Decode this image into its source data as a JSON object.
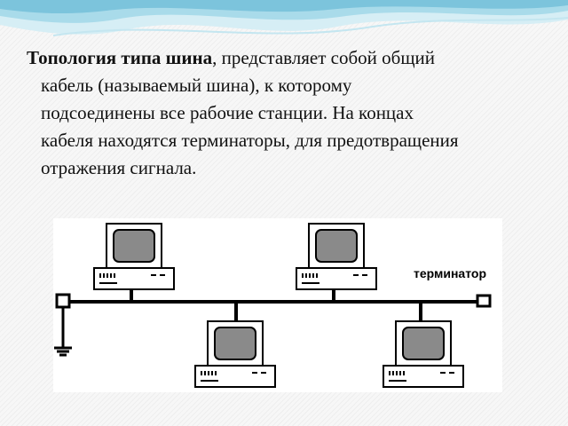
{
  "description": {
    "lines": [
      {
        "bold": "Топология типа шина",
        "rest": ", представляет собой общий"
      },
      {
        "text": "кабель (называемый шина), к которому"
      },
      {
        "text": "подсоединены все рабочие станции. На концах"
      },
      {
        "text": "кабеля находятся терминаторы, для предотвращения"
      },
      {
        "text": "отражения сигнала."
      }
    ]
  },
  "diagram": {
    "terminator_label": "терминатор",
    "workstations": 4,
    "terminators": 2,
    "colors": {
      "monitor_screen": "#8a8a8a",
      "cable": "#000000",
      "wave_light": "#bfe3ee",
      "wave_dark": "#7cc4dc"
    }
  }
}
